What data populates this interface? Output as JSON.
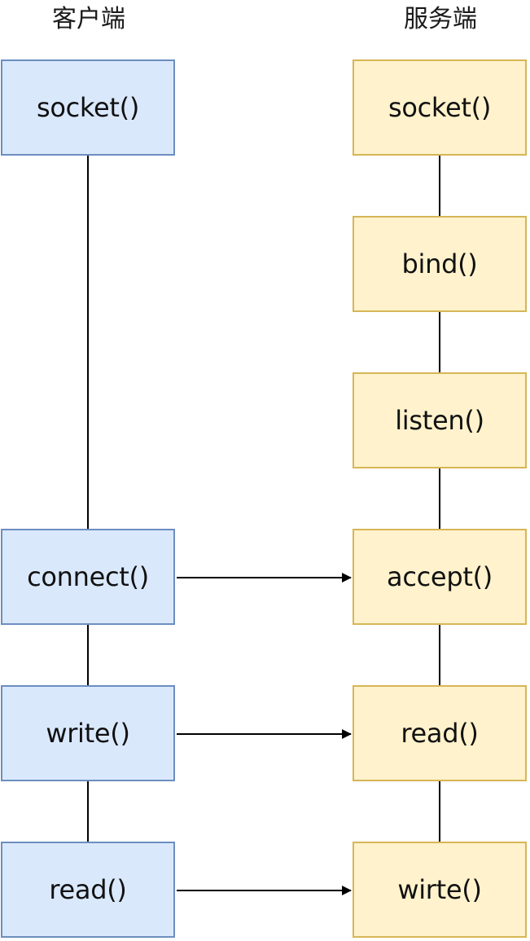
{
  "client": {
    "title": "客户端",
    "steps": [
      "socket()",
      "connect()",
      "write()",
      "read()"
    ]
  },
  "server": {
    "title": "服务端",
    "steps": [
      "socket()",
      "bind()",
      "listen()",
      "accept()",
      "read()",
      "wirte()"
    ]
  },
  "colors": {
    "client_fill": "#dae8fc",
    "client_border": "#6c8ebf",
    "server_fill": "#fff2cc",
    "server_border": "#d6b656",
    "line": "#000000"
  }
}
